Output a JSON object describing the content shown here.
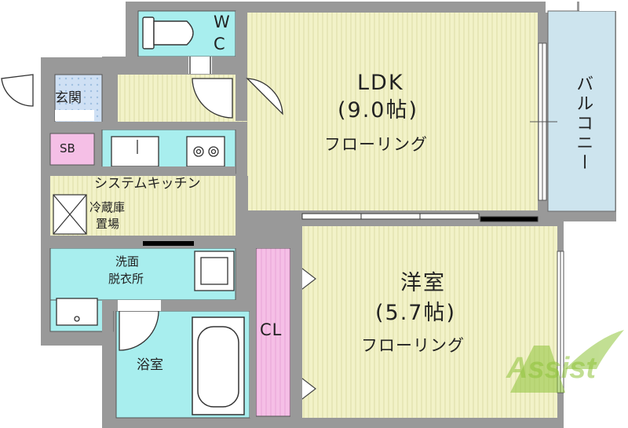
{
  "rooms": {
    "ldk": {
      "name": "LDK",
      "size": "(9.0帖)",
      "floor": "フローリング"
    },
    "western": {
      "name": "洋室",
      "size": "(5.7帖)",
      "floor": "フローリング"
    },
    "balcony": "バルコニー",
    "wc": {
      "top": "W",
      "bottom": "C"
    },
    "entrance": "玄関",
    "shoe_box": "SB",
    "kitchen": "システムキッチン",
    "fridge": {
      "line1": "冷蔵庫",
      "line2": "置場"
    },
    "washroom": {
      "line1": "洗面",
      "line2": "脱衣所"
    },
    "bathroom": "浴室",
    "closet": "CL"
  },
  "watermark": "Assist",
  "colors": {
    "wall": "#999999",
    "floor_wood": "#f2f2c8",
    "wet_area": "#a8eeee",
    "balcony": "#cde4ee",
    "entrance_tile": "#cfe0f4",
    "closet": "#f5bfe6",
    "shoe_box": "#f5bfe6",
    "watermark": "#8fc43a"
  }
}
